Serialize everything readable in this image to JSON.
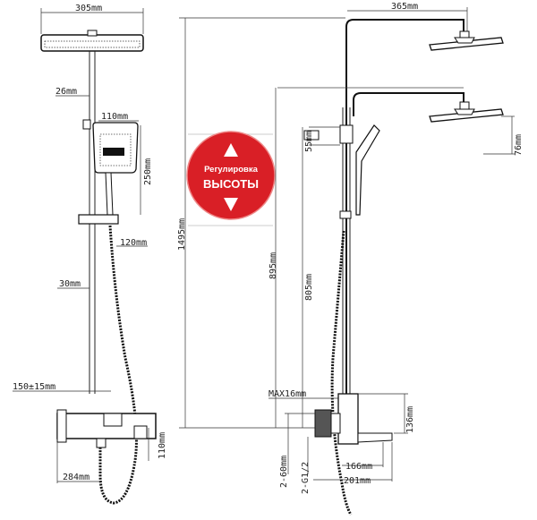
{
  "diagram": {
    "left_view": {
      "head_width": "305mm",
      "arm_offset": "26mm",
      "handshower_width": "110mm",
      "handshower_height": "250mm",
      "holder_offset": "120mm",
      "bar_offset": "30mm",
      "inlet_spacing": "150±15mm",
      "mixer_height": "110mm",
      "mixer_depth": "284mm"
    },
    "right_view": {
      "top_reach": "365mm",
      "total_height": "1495mm",
      "lower_height": "895mm",
      "mid_height": "805mm",
      "holder_gap": "55mm",
      "head_drop": "76mm",
      "wall_max": "MAX16mm",
      "body_height": "136mm",
      "spout_reach": "166mm",
      "base_reach": "201mm",
      "inlet_adjust": "2-60mm",
      "thread": "2-G1/2"
    },
    "badge": {
      "line1": "Регулировка",
      "line2": "ВЫСОТЫ",
      "color": "#d91f26"
    }
  }
}
